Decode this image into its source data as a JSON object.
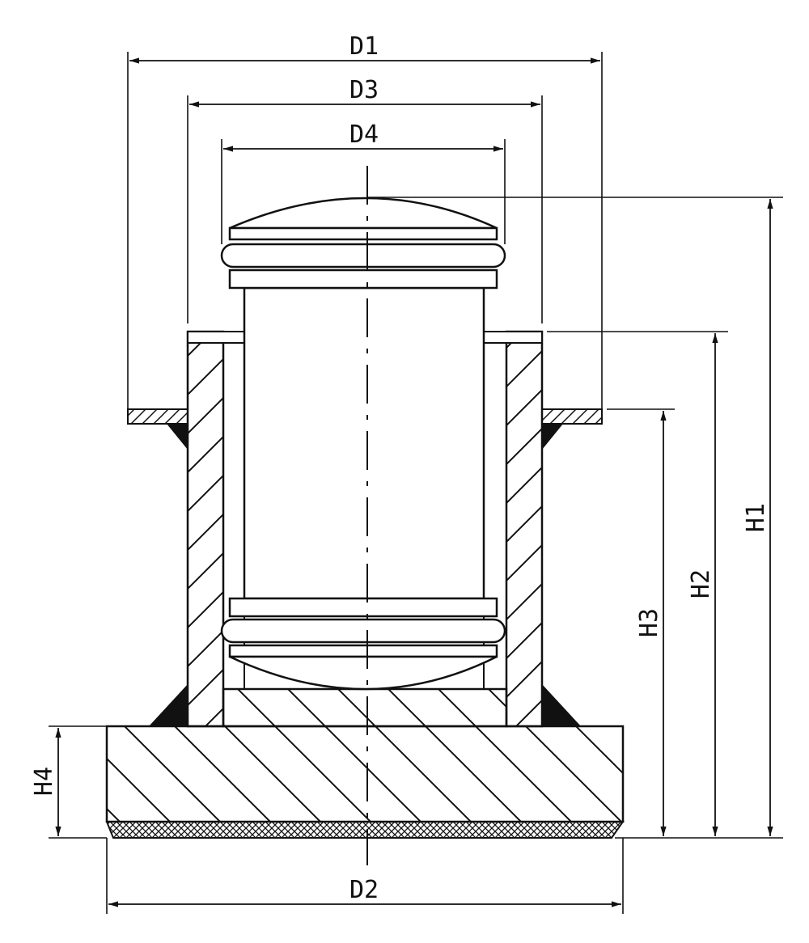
{
  "labels": {
    "d1": "D1",
    "d2": "D2",
    "d3": "D3",
    "d4": "D4",
    "h1": "H1",
    "h2": "H2",
    "h3": "H3",
    "h4": "H4"
  },
  "colors": {
    "line": "#111111",
    "background": "#ffffff",
    "weld": "#111111"
  }
}
